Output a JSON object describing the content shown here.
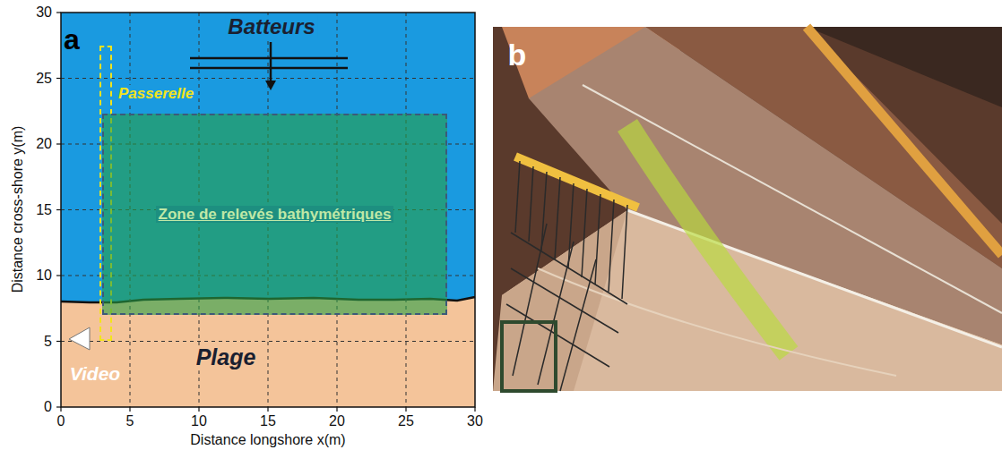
{
  "diagram": {
    "nodes": [
      {
        "text": [
          "Passerelle"
        ]
      },
      {
        "text": [
          "Zone de relevés bathymétriques"
        ]
      }
    ],
    "labels": [
      "a",
      "Batteurs",
      "Plage",
      "Video",
      "0",
      "5",
      "10",
      "15",
      "20",
      "25",
      "30",
      "Distance cross-shore y(m)",
      "0",
      "5",
      "10",
      "15",
      "20",
      "25",
      "30",
      "Distance longshore x(m)",
      "b"
    ]
  }
}
